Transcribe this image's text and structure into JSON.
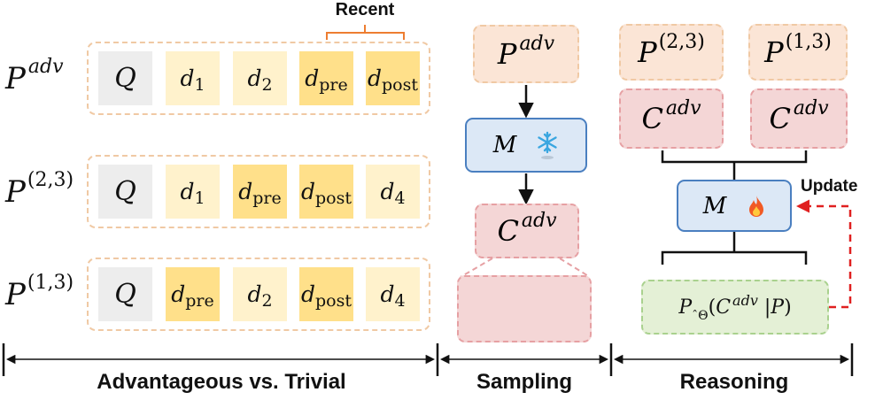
{
  "recent_label": "Recent",
  "rows": [
    {
      "label_base": "P",
      "label_sup": "adv",
      "label_sup_italic": true,
      "cells": [
        {
          "kind": "q",
          "v": "Q",
          "sub": ""
        },
        {
          "kind": "light",
          "v": "d",
          "sub": "1"
        },
        {
          "kind": "light",
          "v": "d",
          "sub": "2"
        },
        {
          "kind": "dark",
          "v": "d",
          "sub": "pre"
        },
        {
          "kind": "dark",
          "v": "d",
          "sub": "post"
        }
      ]
    },
    {
      "label_base": "P",
      "label_sup": "(2,3)",
      "label_sup_italic": false,
      "cells": [
        {
          "kind": "q",
          "v": "Q",
          "sub": ""
        },
        {
          "kind": "light",
          "v": "d",
          "sub": "1"
        },
        {
          "kind": "dark",
          "v": "d",
          "sub": "pre"
        },
        {
          "kind": "dark",
          "v": "d",
          "sub": "post"
        },
        {
          "kind": "light",
          "v": "d",
          "sub": "4"
        }
      ]
    },
    {
      "label_base": "P",
      "label_sup": "(1,3)",
      "label_sup_italic": false,
      "cells": [
        {
          "kind": "q",
          "v": "Q",
          "sub": ""
        },
        {
          "kind": "dark",
          "v": "d",
          "sub": "pre"
        },
        {
          "kind": "light",
          "v": "d",
          "sub": "2"
        },
        {
          "kind": "dark",
          "v": "d",
          "sub": "post"
        },
        {
          "kind": "light",
          "v": "d",
          "sub": "4"
        }
      ]
    }
  ],
  "sampling": {
    "p_base": "P",
    "p_sup": "adv",
    "model": "M",
    "c_base": "C",
    "c_sup": "adv"
  },
  "reasoning": {
    "p_left_base": "P",
    "p_left_sup": "(2,3)",
    "p_right_base": "P",
    "p_right_sup": "(1,3)",
    "c_base": "C",
    "c_sup": "adv",
    "model": "M",
    "update_label": "Update",
    "objective_base": "P",
    "objective_sub": "Θ",
    "objective_arg_c": "C",
    "objective_arg_sup": "adv",
    "objective_arg_p": "P"
  },
  "sections": {
    "left": "Advantageous vs. Trivial",
    "middle": "Sampling",
    "right": "Reasoning"
  },
  "colors": {
    "p_fill": "#fbe5d6",
    "c_fill": "#f4d6d6",
    "model_fill": "#dce8f6",
    "objective_fill": "#e4f0d6",
    "update_arrow": "#e02020",
    "recent_bracket": "#ed7d31"
  },
  "icons": {
    "sampling_model": "snowflake-icon",
    "reasoning_model": "flame-icon"
  }
}
